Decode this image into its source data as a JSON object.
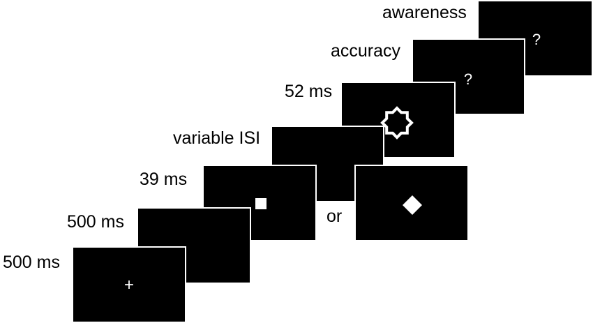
{
  "colors": {
    "background": "#ffffff",
    "screen": "#000000",
    "stimulus": "#ffffff",
    "text": "#000000"
  },
  "frames": [
    {
      "id": "fixation",
      "label": "500 ms",
      "content": "+",
      "icon": "fixation-cross-icon"
    },
    {
      "id": "blank",
      "label": "500 ms",
      "content": "",
      "icon": ""
    },
    {
      "id": "prime",
      "label": "39 ms",
      "content": "",
      "icon": "white-square-icon"
    },
    {
      "id": "isi",
      "label": "variable ISI",
      "content": "",
      "icon": ""
    },
    {
      "id": "alt-prime",
      "label": "",
      "content": "",
      "icon": "white-diamond-icon"
    },
    {
      "id": "mask",
      "label": "52 ms",
      "content": "",
      "icon": "star-mask-icon"
    },
    {
      "id": "accuracy",
      "label": "accuracy",
      "content": "?",
      "icon": ""
    },
    {
      "id": "awareness",
      "label": "awareness",
      "content": "?",
      "icon": ""
    }
  ],
  "connector": "or"
}
